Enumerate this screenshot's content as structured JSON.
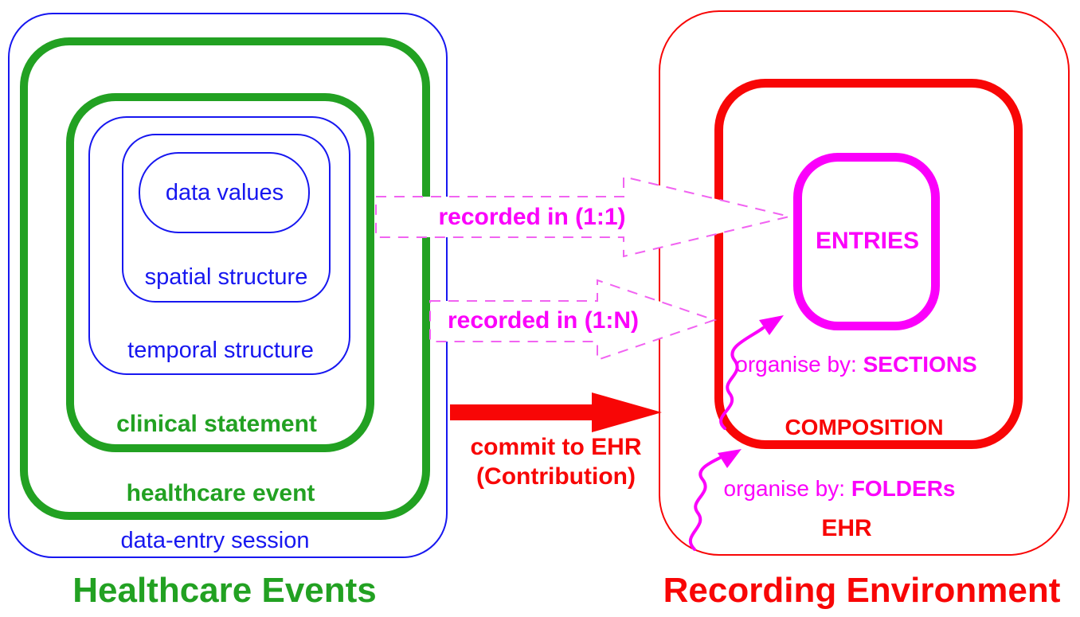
{
  "left_panel": {
    "title": "Healthcare Events",
    "boxes": {
      "data_entry_session": "data-entry session",
      "healthcare_event": "healthcare event",
      "clinical_statement": "clinical statement",
      "temporal_structure": "temporal structure",
      "spatial_structure": "spatial structure",
      "data_values": "data values"
    }
  },
  "right_panel": {
    "title": "Recording Environment",
    "boxes": {
      "ehr": "EHR",
      "composition": "COMPOSITION",
      "entries": "ENTRIES"
    },
    "annotations": {
      "sections_prefix": "organise by: ",
      "sections_term": "SECTIONS",
      "folders_prefix": "organise by: ",
      "folders_term": "FOLDERs"
    }
  },
  "arrows": {
    "recorded_1_1": "recorded in (1:1)",
    "recorded_1_n": "recorded in (1:N)",
    "commit_line1": "commit to EHR",
    "commit_line2": "(Contribution)"
  },
  "colors": {
    "blue": "#1717f0",
    "green": "#22a122",
    "red": "#f80606",
    "magenta": "#fb00fb",
    "dash": "#f163f1"
  }
}
